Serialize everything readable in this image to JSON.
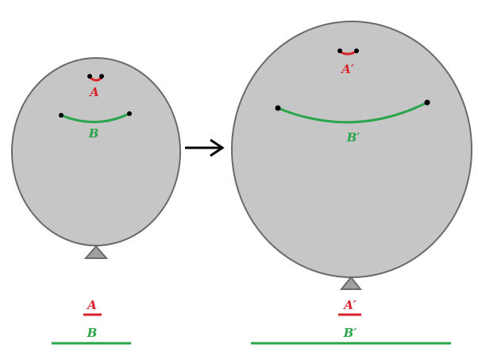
{
  "labels": {
    "small_top": "A",
    "small_arc": "B",
    "large_top": "A′",
    "large_arc": "B′",
    "small_legend_top": "A",
    "small_legend_bottom": "B",
    "large_legend_top": "A′",
    "large_legend_bottom": "B′"
  },
  "colors": {
    "balloon_fill": "#c6c6c6",
    "balloon_outline": "#6a6a6a",
    "short_arc": "#d9242c",
    "long_arc": "#2aa54a",
    "arrow": "#000000",
    "points": "#000000"
  },
  "icons": {
    "transition": "right-arrow-icon",
    "knot": "balloon-knot-icon"
  }
}
